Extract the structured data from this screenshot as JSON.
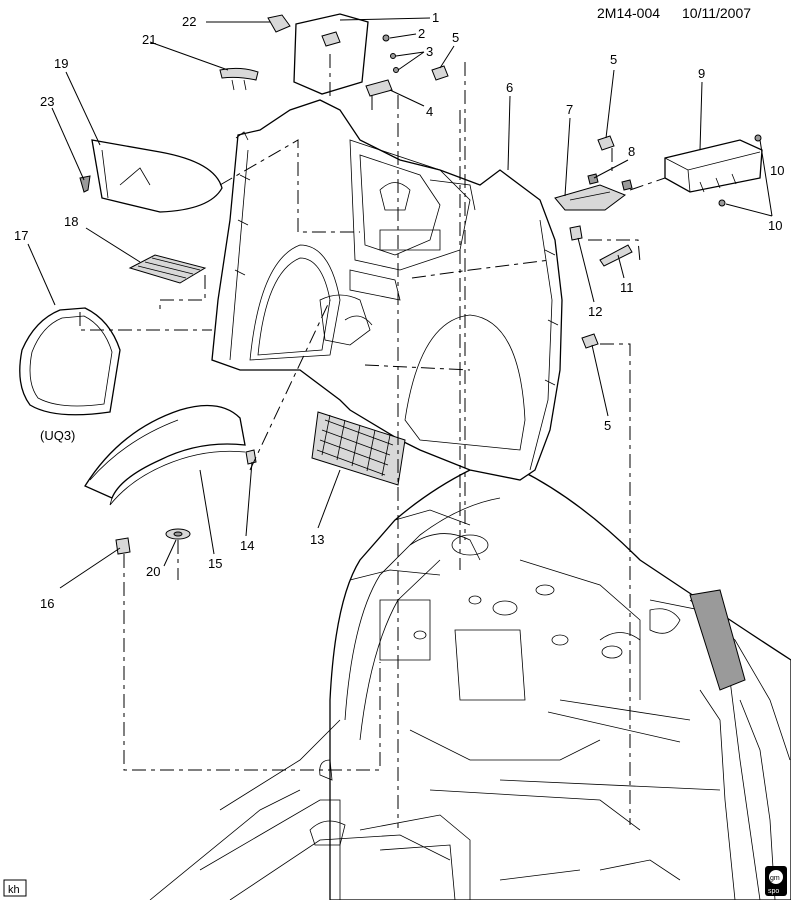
{
  "header": {
    "diagram_code": "2M14-004",
    "date": "10/11/2007"
  },
  "callouts": [
    "1",
    "2",
    "3",
    "4",
    "5",
    "5",
    "5",
    "6",
    "7",
    "8",
    "9",
    "10",
    "10",
    "11",
    "12",
    "13",
    "14",
    "15",
    "16",
    "17",
    "18",
    "19",
    "20",
    "21",
    "22",
    "23"
  ],
  "option_label": "(UQ3)",
  "footer": {
    "initials": "kh",
    "logo_text_top": "gm",
    "logo_text_bottom": "spo"
  }
}
